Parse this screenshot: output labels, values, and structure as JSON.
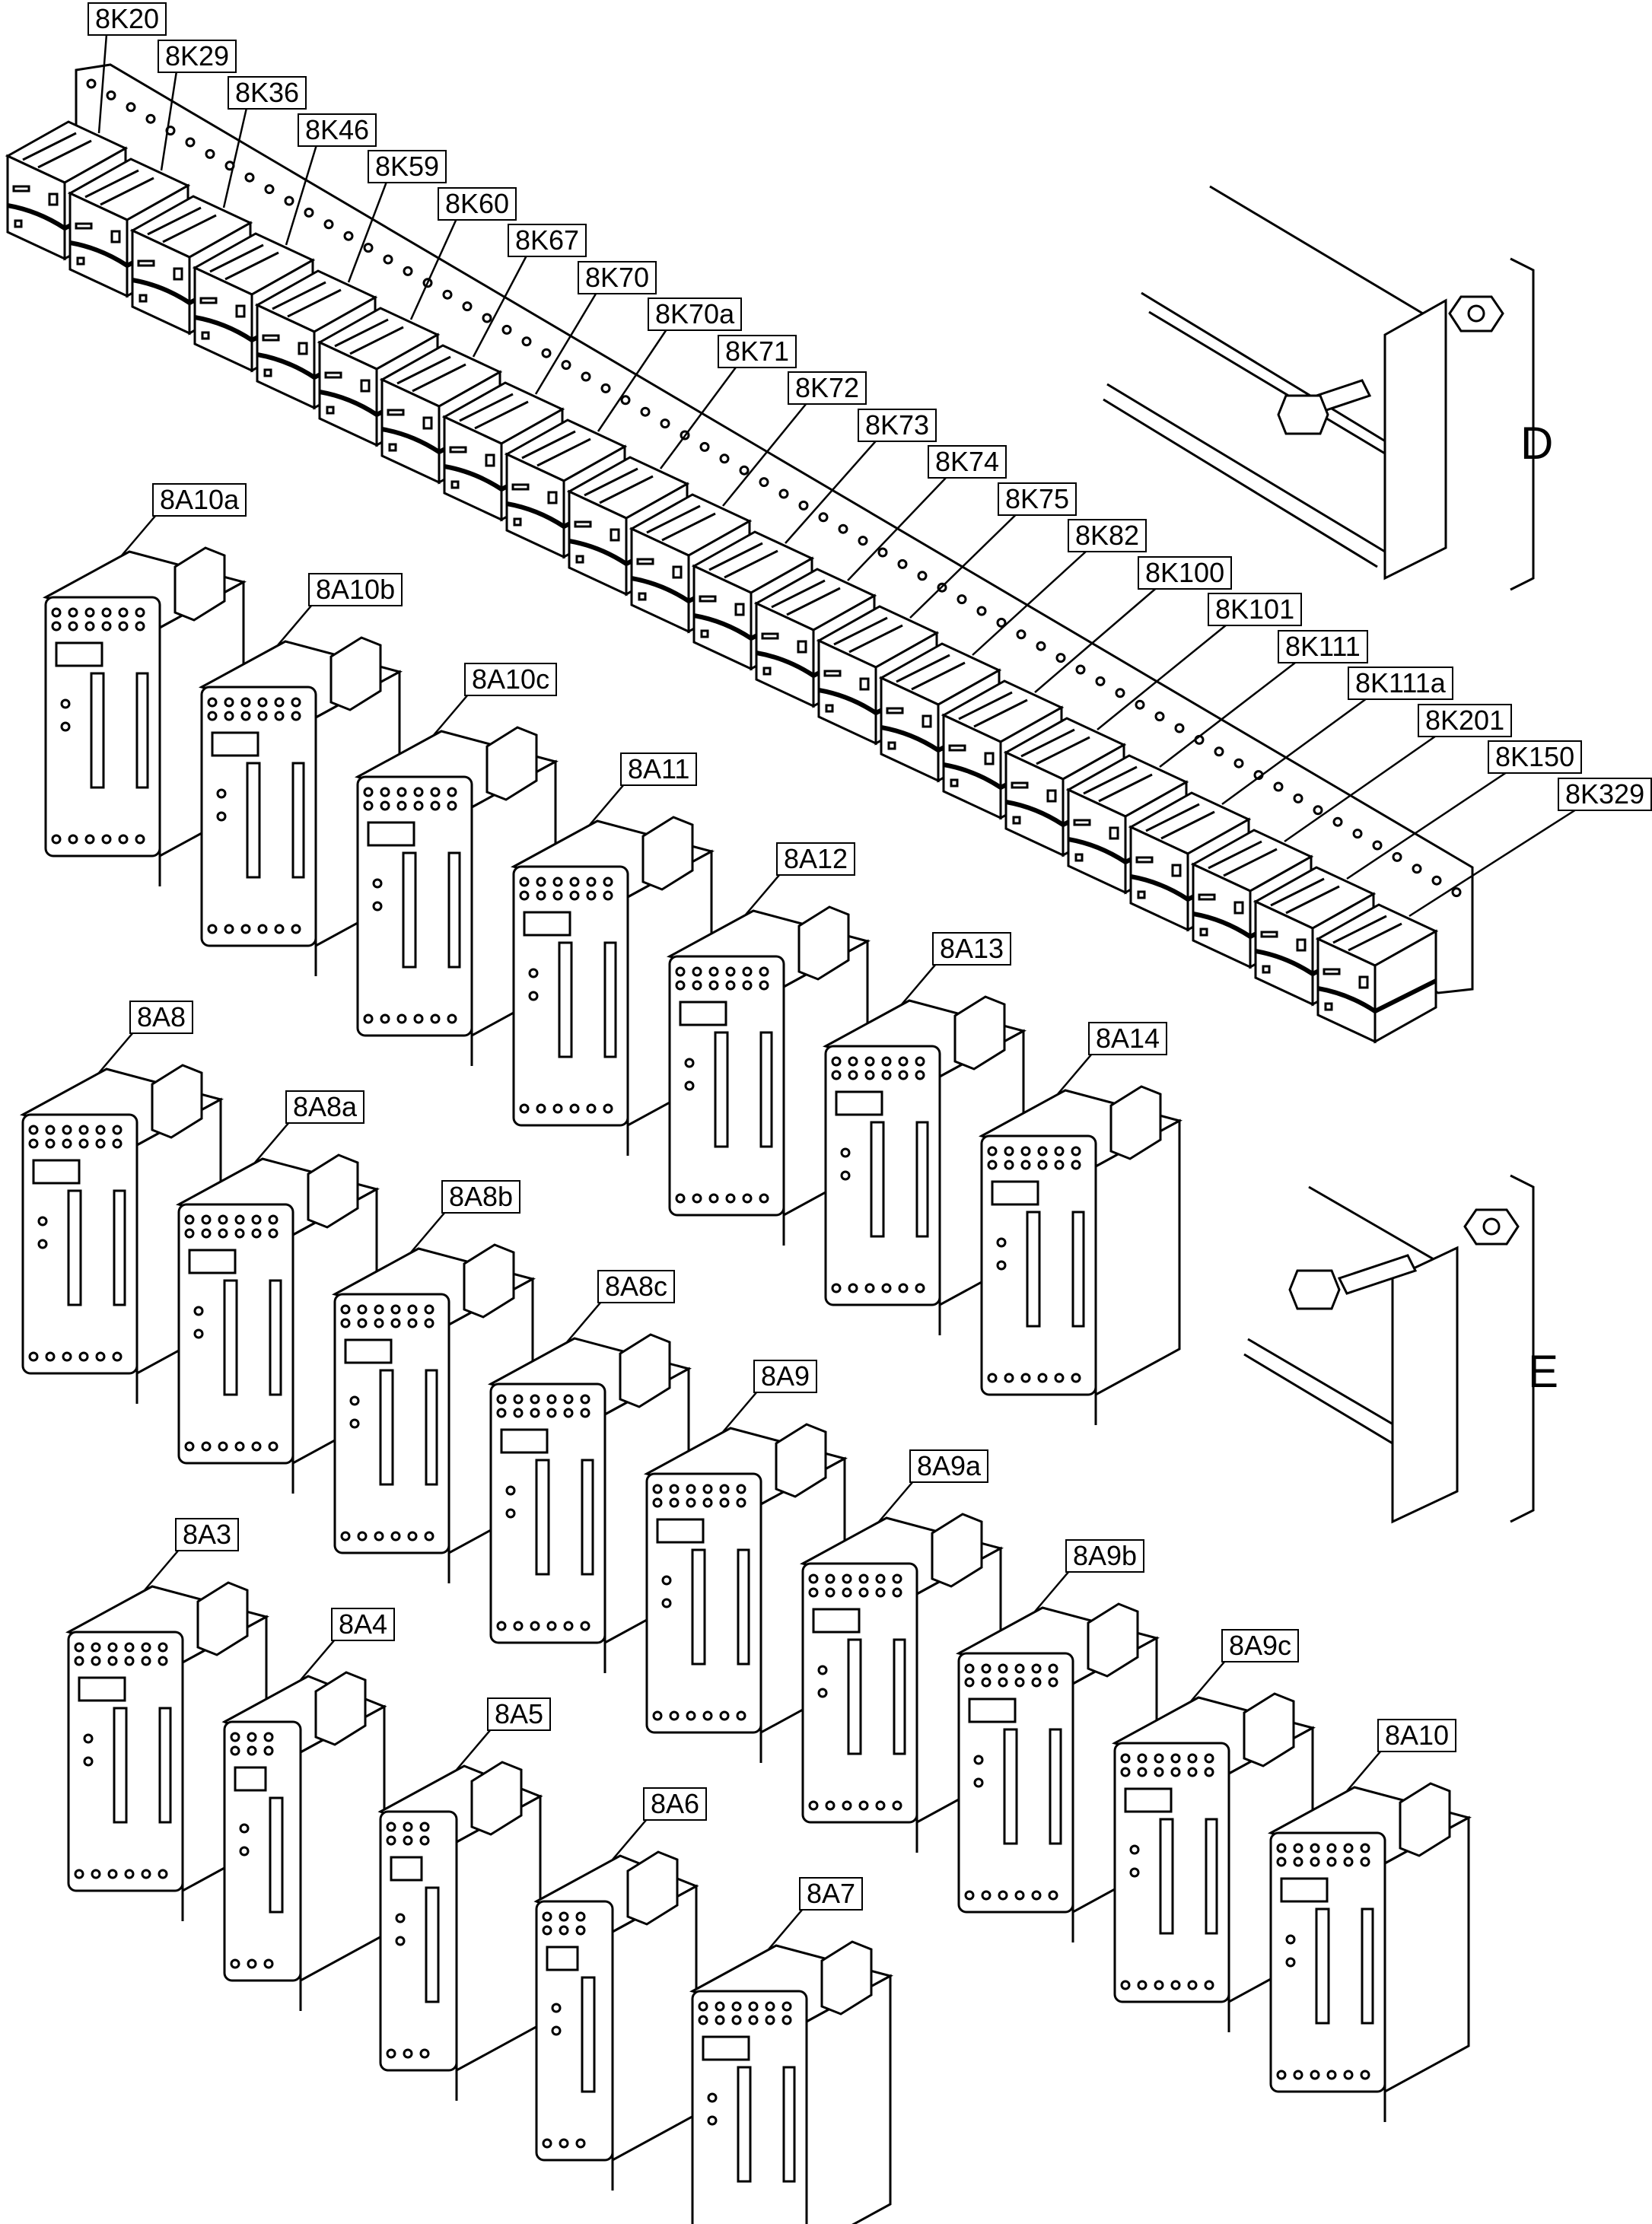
{
  "relay_labels": [
    "8K20",
    "8K29",
    "8K36",
    "8K46",
    "8K59",
    "8K60",
    "8K67",
    "8K70",
    "8K70a",
    "8K71",
    "8K72",
    "8K73",
    "8K74",
    "8K75",
    "8K82",
    "8K100",
    "8K101",
    "8K111",
    "8K111a",
    "8K201",
    "8K150",
    "8K329"
  ],
  "module_labels_row1": [
    "8A10a",
    "8A10b",
    "8A10c",
    "8A11",
    "8A12",
    "8A13",
    "8A14"
  ],
  "module_labels_row2": [
    "8A8",
    "8A8a",
    "8A8b",
    "8A8c",
    "8A9",
    "8A9a",
    "8A9b",
    "8A9c",
    "8A10"
  ],
  "module_labels_row3": [
    "8A3",
    "8A4",
    "8A5",
    "8A6",
    "8A7"
  ],
  "detail_labels": {
    "d": "D",
    "e": "E"
  }
}
